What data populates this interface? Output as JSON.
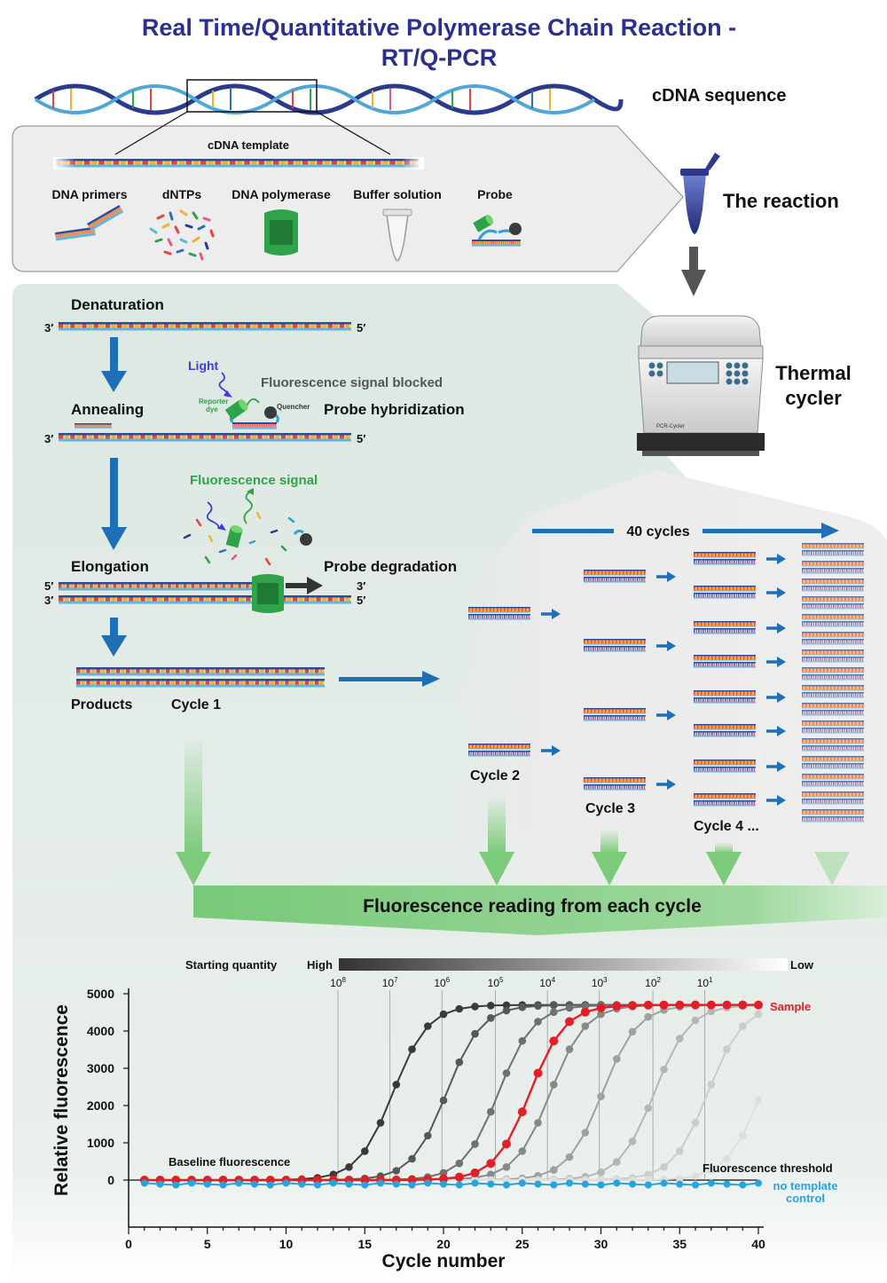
{
  "title": {
    "line1": "Real Time/Quantitative Polymerase Chain Reaction -",
    "line2": "RT/Q-PCR"
  },
  "cdna_sequence_label": "cDNA sequence",
  "reaction": {
    "template_label": "cDNA template",
    "components": [
      "DNA primers",
      "dNTPs",
      "DNA polymerase",
      "Buffer solution",
      "Probe"
    ],
    "label": "The reaction"
  },
  "thermal_cycler": {
    "label_line1": "Thermal",
    "label_line2": "cycler",
    "device_label": "PCR-Cycler"
  },
  "steps": {
    "denaturation": "Denaturation",
    "annealing": "Annealing",
    "elongation": "Elongation",
    "products": "Products",
    "cycle1": "Cycle 1",
    "probe_hybridization": "Probe hybridization",
    "probe_degradation": "Probe degradation",
    "light": "Light",
    "fluorescence_blocked": "Fluorescence signal blocked",
    "fluorescence_signal": "Fluorescence signal",
    "reporter_dye_line1": "Reporter",
    "reporter_dye_line2": "dye",
    "quencher": "Quencher",
    "end3": "3′",
    "end5": "5′"
  },
  "cycles": {
    "label": "40 cycles",
    "cycle2": "Cycle 2",
    "cycle3": "Cycle 3",
    "cycle4": "Cycle 4  ..."
  },
  "fluorescence_reading": "Fluorescence reading from each cycle",
  "colors": {
    "title": "#2b2f8f",
    "arrow_blue": "#1f6fb6",
    "green_arrow": "#7ccb7a",
    "sample_red": "#e41e26",
    "ntc_blue": "#29a3dc",
    "probe_green": "#2fa34a"
  },
  "chart_data": {
    "type": "line",
    "xlabel": "Cycle number",
    "ylabel": "Relative fluorescence",
    "xlim": [
      0,
      40
    ],
    "ylim": [
      -500,
      5000
    ],
    "xticks": [
      0,
      5,
      10,
      15,
      20,
      25,
      30,
      35,
      40
    ],
    "yticks": [
      0,
      1000,
      2000,
      3000,
      4000,
      5000
    ],
    "grid": false,
    "starting_quantity": {
      "label": "Starting quantity",
      "high": "High",
      "low": "Low",
      "exponents": [
        "8",
        "7",
        "6",
        "5",
        "4",
        "3",
        "2",
        "1"
      ],
      "base": "10",
      "threshold_cycles": [
        13.3,
        16.6,
        19.9,
        23.3,
        26.6,
        29.9,
        33.3,
        36.6
      ]
    },
    "annotations": {
      "baseline": "Baseline fluorescence",
      "threshold": "Fluorescence threshold",
      "sample": "Sample",
      "ntc_line1": "no template",
      "ntc_line2": "control"
    },
    "series_meta": {
      "plateau": 4700,
      "baseline": 0,
      "slope": 0.9
    },
    "series": [
      {
        "midpoint": 16.8,
        "color": "#3a3a3a"
      },
      {
        "midpoint": 20.2,
        "color": "#585858"
      },
      {
        "midpoint": 23.5,
        "color": "#707070"
      },
      {
        "midpoint": 26.8,
        "color": "#888888"
      },
      {
        "midpoint": 30.1,
        "color": "#a0a0a0"
      },
      {
        "midpoint": 33.4,
        "color": "#b6b6b6"
      },
      {
        "midpoint": 36.8,
        "color": "#cccccc"
      },
      {
        "midpoint": 40.2,
        "color": "#dedede"
      },
      {
        "name": "Sample",
        "midpoint": 25.5,
        "color": "#e41e26"
      }
    ],
    "ntc": {
      "name": "no template control",
      "value": -100,
      "color": "#29a3dc"
    }
  }
}
